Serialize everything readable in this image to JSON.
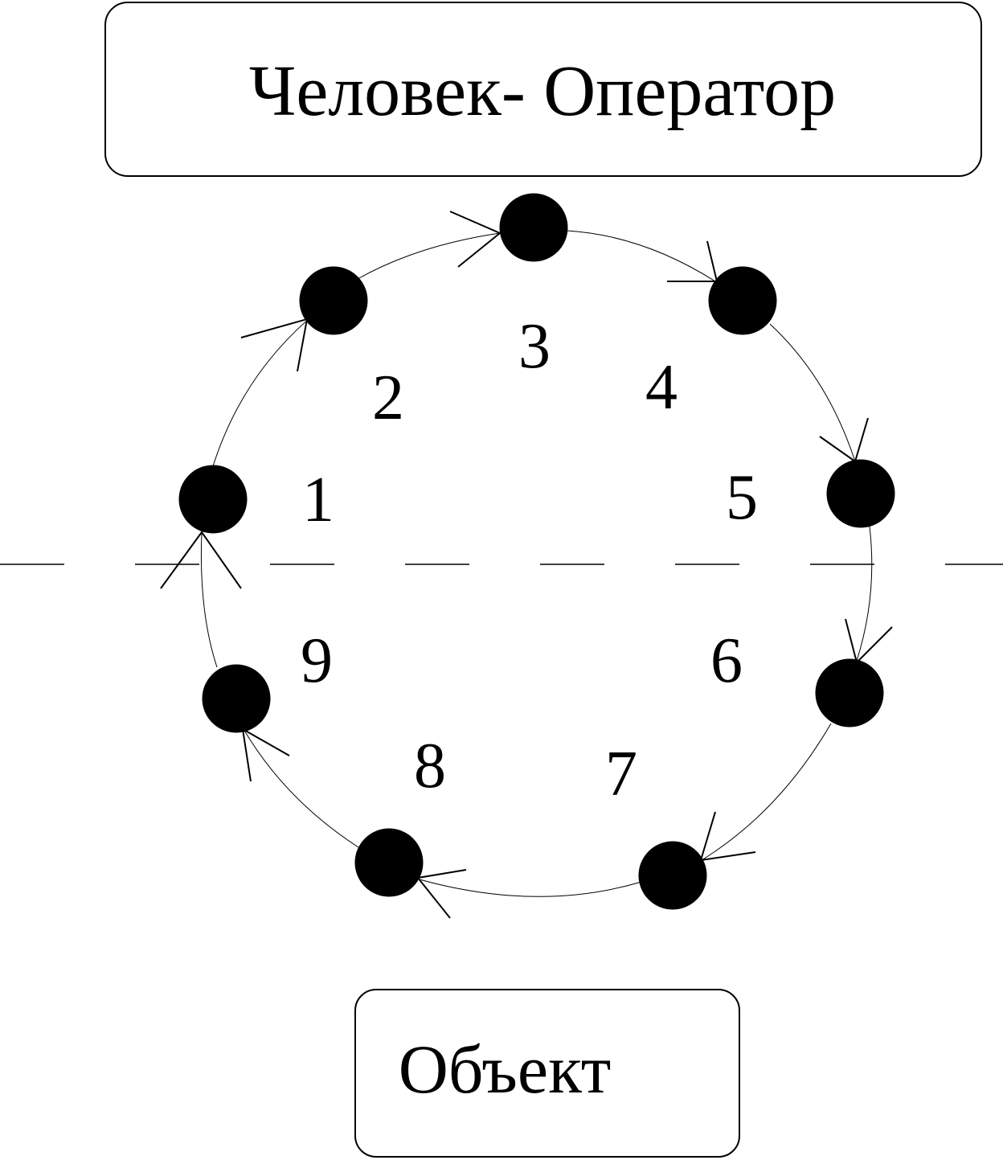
{
  "top_box": {
    "label": "Человек- Оператор"
  },
  "bottom_box": {
    "label": "Объект"
  },
  "steps": [
    "1",
    "2",
    "3",
    "4",
    "5",
    "6",
    "7",
    "8",
    "9"
  ],
  "colors": {
    "line": "#000000",
    "node": "#000000",
    "background": "#ffffff"
  }
}
